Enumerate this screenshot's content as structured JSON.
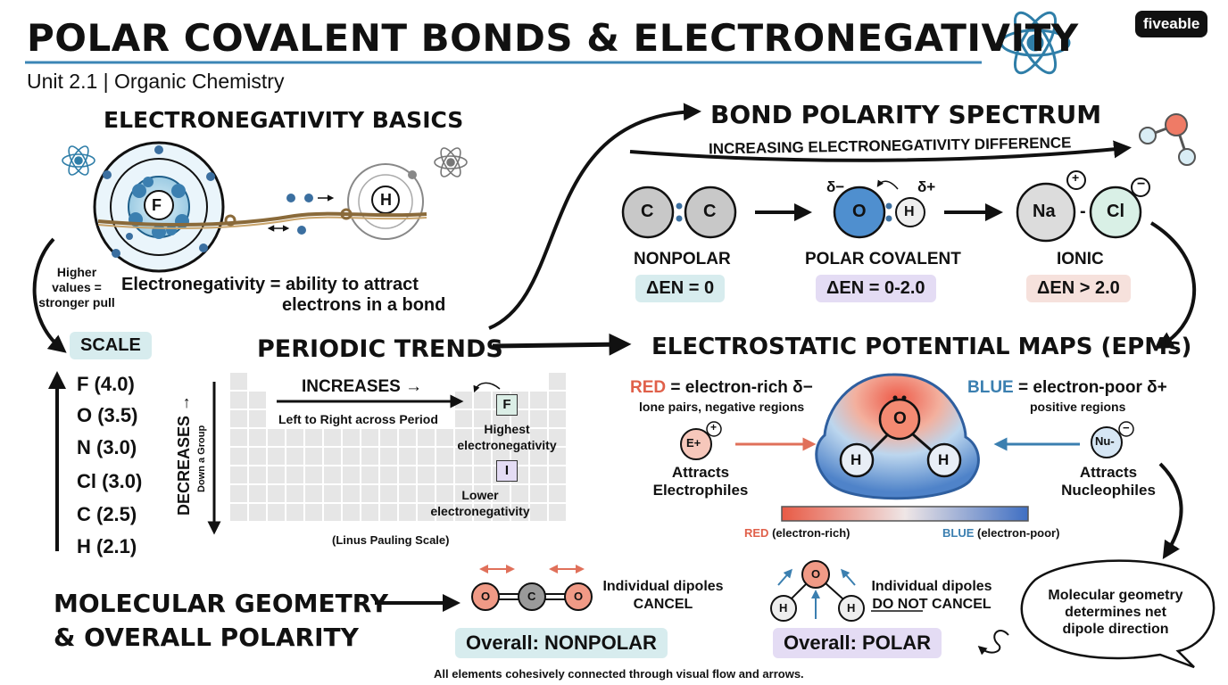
{
  "header": {
    "title": "POLAR COVALENT BONDS & ELECTRONEGATIVITY",
    "subtitle": "Unit 2.1 | Organic Chemistry",
    "brand": "fiveable"
  },
  "basics": {
    "title": "ELECTRONEGATIVITY BASICS",
    "atom_f": "F",
    "atom_h": "H",
    "definition_line1": "Electronegativity = ability to attract",
    "definition_line2": "electrons in a bond",
    "side_note": [
      "Higher",
      "values =",
      "stronger pull"
    ]
  },
  "scale": {
    "label": "SCALE",
    "items": [
      "F (4.0)",
      "O (3.5)",
      "N (3.0)",
      "Cl (3.0)",
      "C (2.5)",
      "H (2.1)"
    ]
  },
  "trends": {
    "title": "PERIODIC TRENDS",
    "increases": "INCREASES →",
    "increases_sub": "Left to Right across Period",
    "decreases": "DECREASES →",
    "decreases_sub": "Down a Group",
    "highest_symbol": "F",
    "highest_label": [
      "Highest",
      "electronegativity"
    ],
    "lower_symbol": "I",
    "lower_label": [
      "Lower",
      "electronegativity"
    ],
    "footer": "(Linus Pauling Scale)"
  },
  "spectrum": {
    "title": "BOND POLARITY SPECTRUM",
    "arrow_label": "INCREASING ELECTRONEGATIVITY DIFFERENCE",
    "nonpolar": {
      "label": "NONPOLAR",
      "en": "ΔEN = 0",
      "atoms": [
        "C",
        "C"
      ]
    },
    "polar": {
      "label": "POLAR COVALENT",
      "en": "ΔEN = 0-2.0",
      "atoms": [
        "O",
        "H"
      ],
      "delta_minus": "δ−",
      "delta_plus": "δ+"
    },
    "ionic": {
      "label": "IONIC",
      "en": "ΔEN > 2.0",
      "atoms": [
        "Na",
        "Cl"
      ]
    }
  },
  "epm": {
    "title": "ELECTROSTATIC POTENTIAL MAPS (EPMs)",
    "red_word": "RED",
    "red_def": " = electron-rich δ−",
    "red_sub": "lone pairs, negative regions",
    "blue_word": "BLUE",
    "blue_def": " = electron-poor δ+",
    "blue_sub": "positive regions",
    "electrophile": "E+",
    "electrophile_label": [
      "Attracts",
      "Electrophiles"
    ],
    "nucleophile": "Nu-",
    "nucleophile_label": [
      "Attracts",
      "Nucleophiles"
    ],
    "atoms": [
      "O",
      "H",
      "H"
    ],
    "legend_red": "RED",
    "legend_red_rest": " (electron-rich)",
    "legend_blue": "BLUE",
    "legend_blue_rest": " (electron-poor)",
    "colors": {
      "red": "#e8604a",
      "blue": "#3d6fbf"
    }
  },
  "geometry": {
    "title_line1": "MOLECULAR GEOMETRY",
    "title_line2": "& OVERALL POLARITY",
    "co2_atoms": [
      "O",
      "C",
      "O"
    ],
    "co2_note": [
      "Individual dipoles",
      "CANCEL"
    ],
    "co2_overall": "Overall: NONPOLAR",
    "h2o_atoms": [
      "O",
      "H",
      "H"
    ],
    "h2o_note": [
      "Individual dipoles",
      "DO NOT",
      " CANCEL"
    ],
    "h2o_overall": "Overall: POLAR",
    "bubble": [
      "Molecular geometry",
      "determines net",
      "dipole direction"
    ]
  },
  "footer": "All elements cohesively connected through visual flow and arrows."
}
